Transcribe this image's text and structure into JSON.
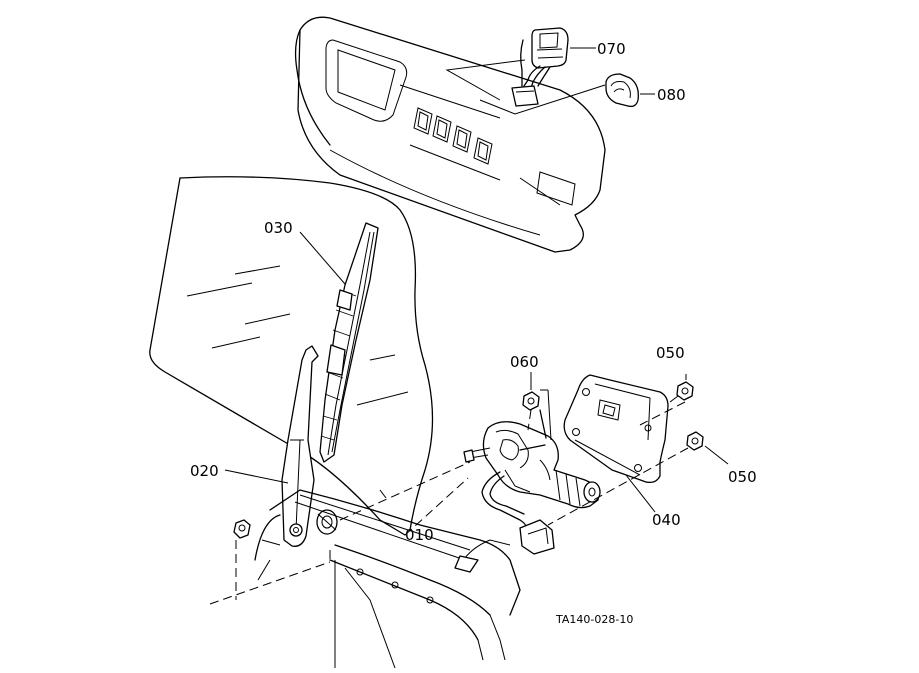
{
  "diagram": {
    "reference_code": "TA140-028-10",
    "parts": [
      {
        "id": "p010",
        "label": "010"
      },
      {
        "id": "p020",
        "label": "020"
      },
      {
        "id": "p030",
        "label": "030"
      },
      {
        "id": "p040",
        "label": "040"
      },
      {
        "id": "p050a",
        "label": "050"
      },
      {
        "id": "p050b",
        "label": "050"
      },
      {
        "id": "p060",
        "label": "060"
      },
      {
        "id": "p070",
        "label": "070"
      },
      {
        "id": "p080",
        "label": "080"
      }
    ]
  }
}
